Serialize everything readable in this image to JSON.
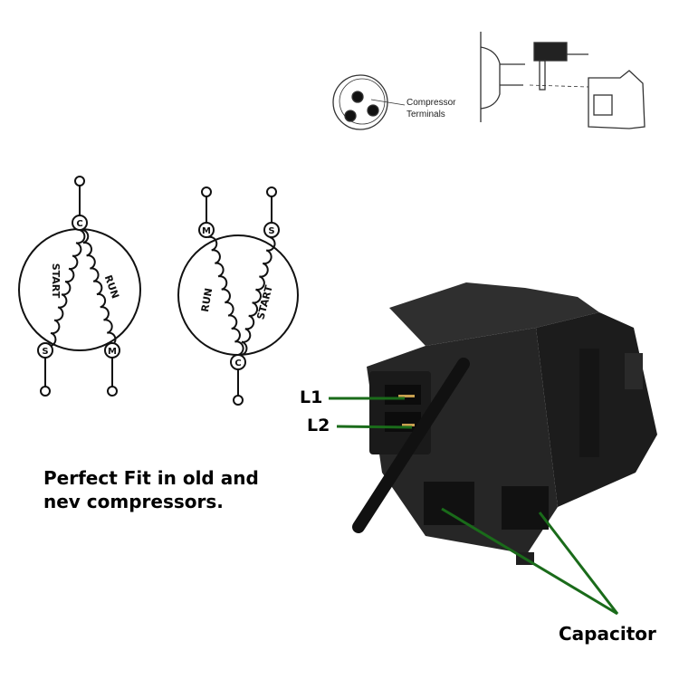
{
  "top_diagram": {
    "callout": [
      "Compressor",
      "Terminals"
    ]
  },
  "schematics": [
    {
      "terminals": {
        "top": "C",
        "bottom_left": "S",
        "bottom_right": "M"
      },
      "windings": [
        "START",
        "RUN"
      ]
    },
    {
      "terminals": {
        "top_left": "M",
        "top_right": "S",
        "bottom": "C"
      },
      "windings": [
        "RUN",
        "START"
      ]
    }
  ],
  "callouts": {
    "l1": "L1",
    "l2": "L2",
    "capacitor": "Capacitor"
  },
  "caption": [
    "Perfect Fit in old and",
    "nev compressors."
  ],
  "colors": {
    "pointer": "#1a6b1a",
    "device": "#232323"
  }
}
